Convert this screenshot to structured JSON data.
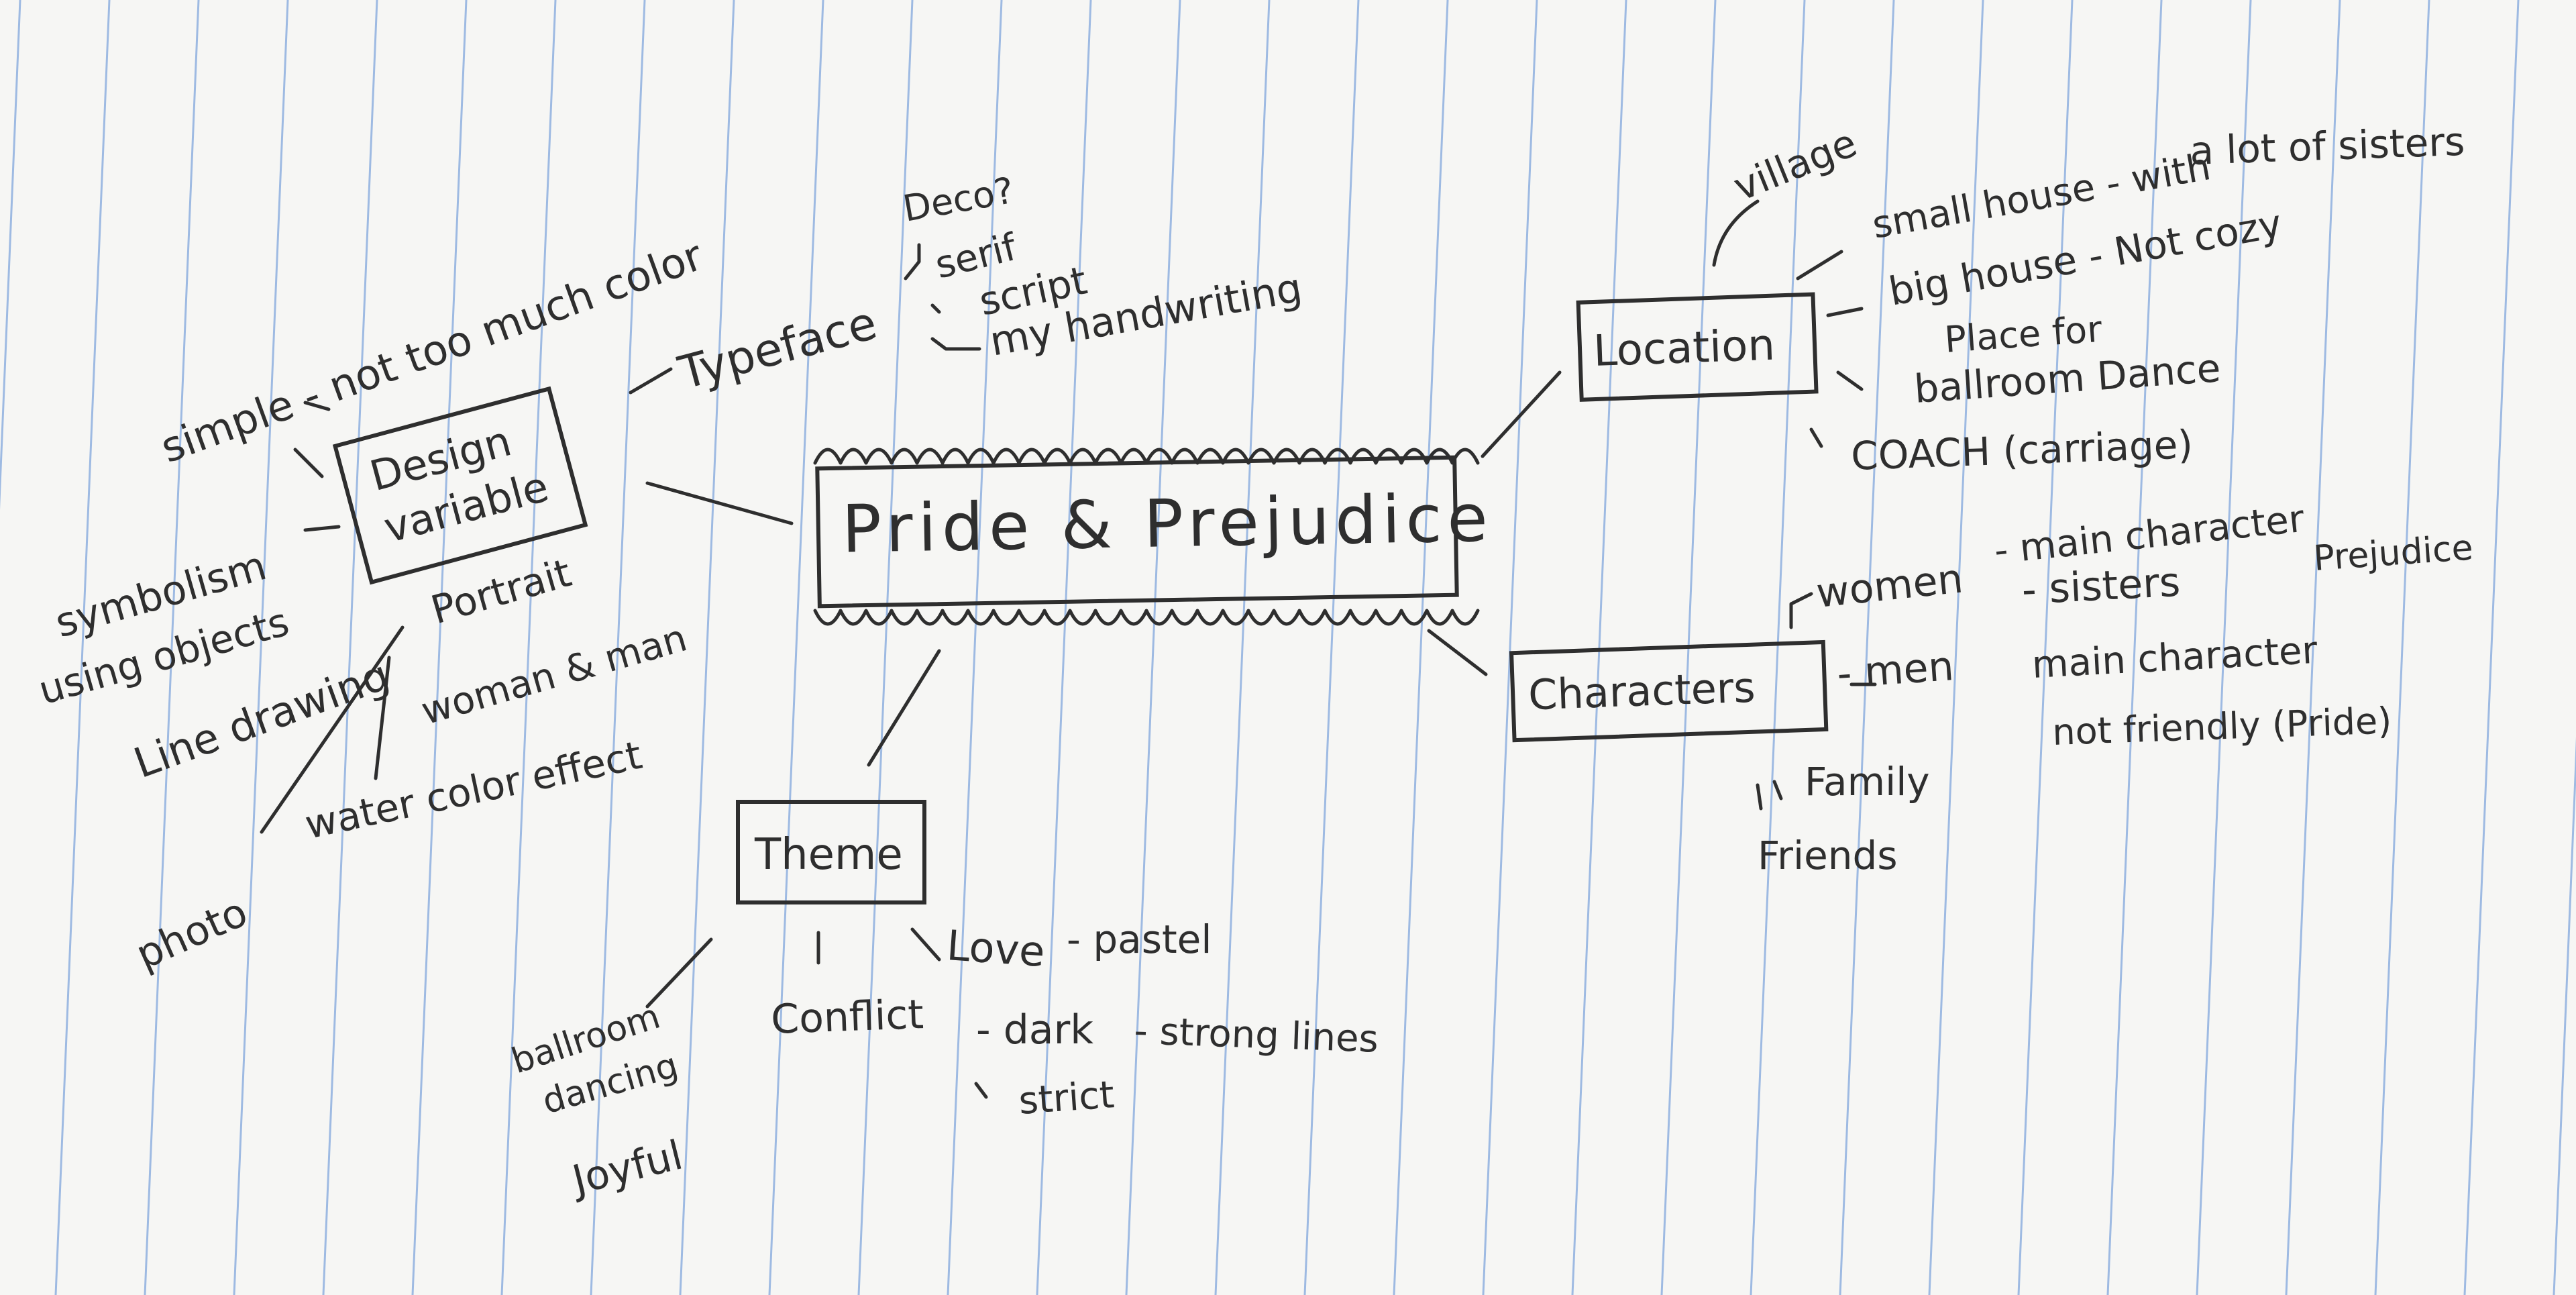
{
  "center": {
    "title": "Pride & Prejudice"
  },
  "design": {
    "label_line1": "Design",
    "label_line2": "variable",
    "simple": "simple - not too much color",
    "symbolism": "symbolism",
    "using_objects": "using objects",
    "line_drawing": "Line drawing",
    "photo": "photo",
    "portrait": "Portrait",
    "woman_man": "woman & man",
    "watercolor": "water color effect"
  },
  "typeface": {
    "label": "Typeface",
    "deco": "Deco?",
    "serif": "serif",
    "script": "script",
    "handwriting": "my handwriting"
  },
  "location": {
    "label": "Location",
    "village": "village",
    "small_house": "small house - with",
    "sisters": "a lot of sisters",
    "big_house": "big house - Not cozy",
    "place_for": "Place for",
    "ballroom_dance": "ballroom Dance",
    "coach": "COACH (carriage)"
  },
  "characters": {
    "label": "Characters",
    "women": "women",
    "women_main": "- main character",
    "women_sisters": "- sisters",
    "prejudice": "Prejudice",
    "men": "- men",
    "men_main": "main character",
    "not_friendly": "not friendly (Pride)",
    "family": "Family",
    "friends": "Friends"
  },
  "theme": {
    "label": "Theme",
    "love": "Love",
    "pastel": "- pastel",
    "conflict": "Conflict",
    "dark": "- dark",
    "strong_lines": "- strong lines",
    "strict": "strict",
    "ballroom_dancing_1": "ballroom",
    "ballroom_dancing_2": "dancing",
    "joyful": "Joyful"
  }
}
